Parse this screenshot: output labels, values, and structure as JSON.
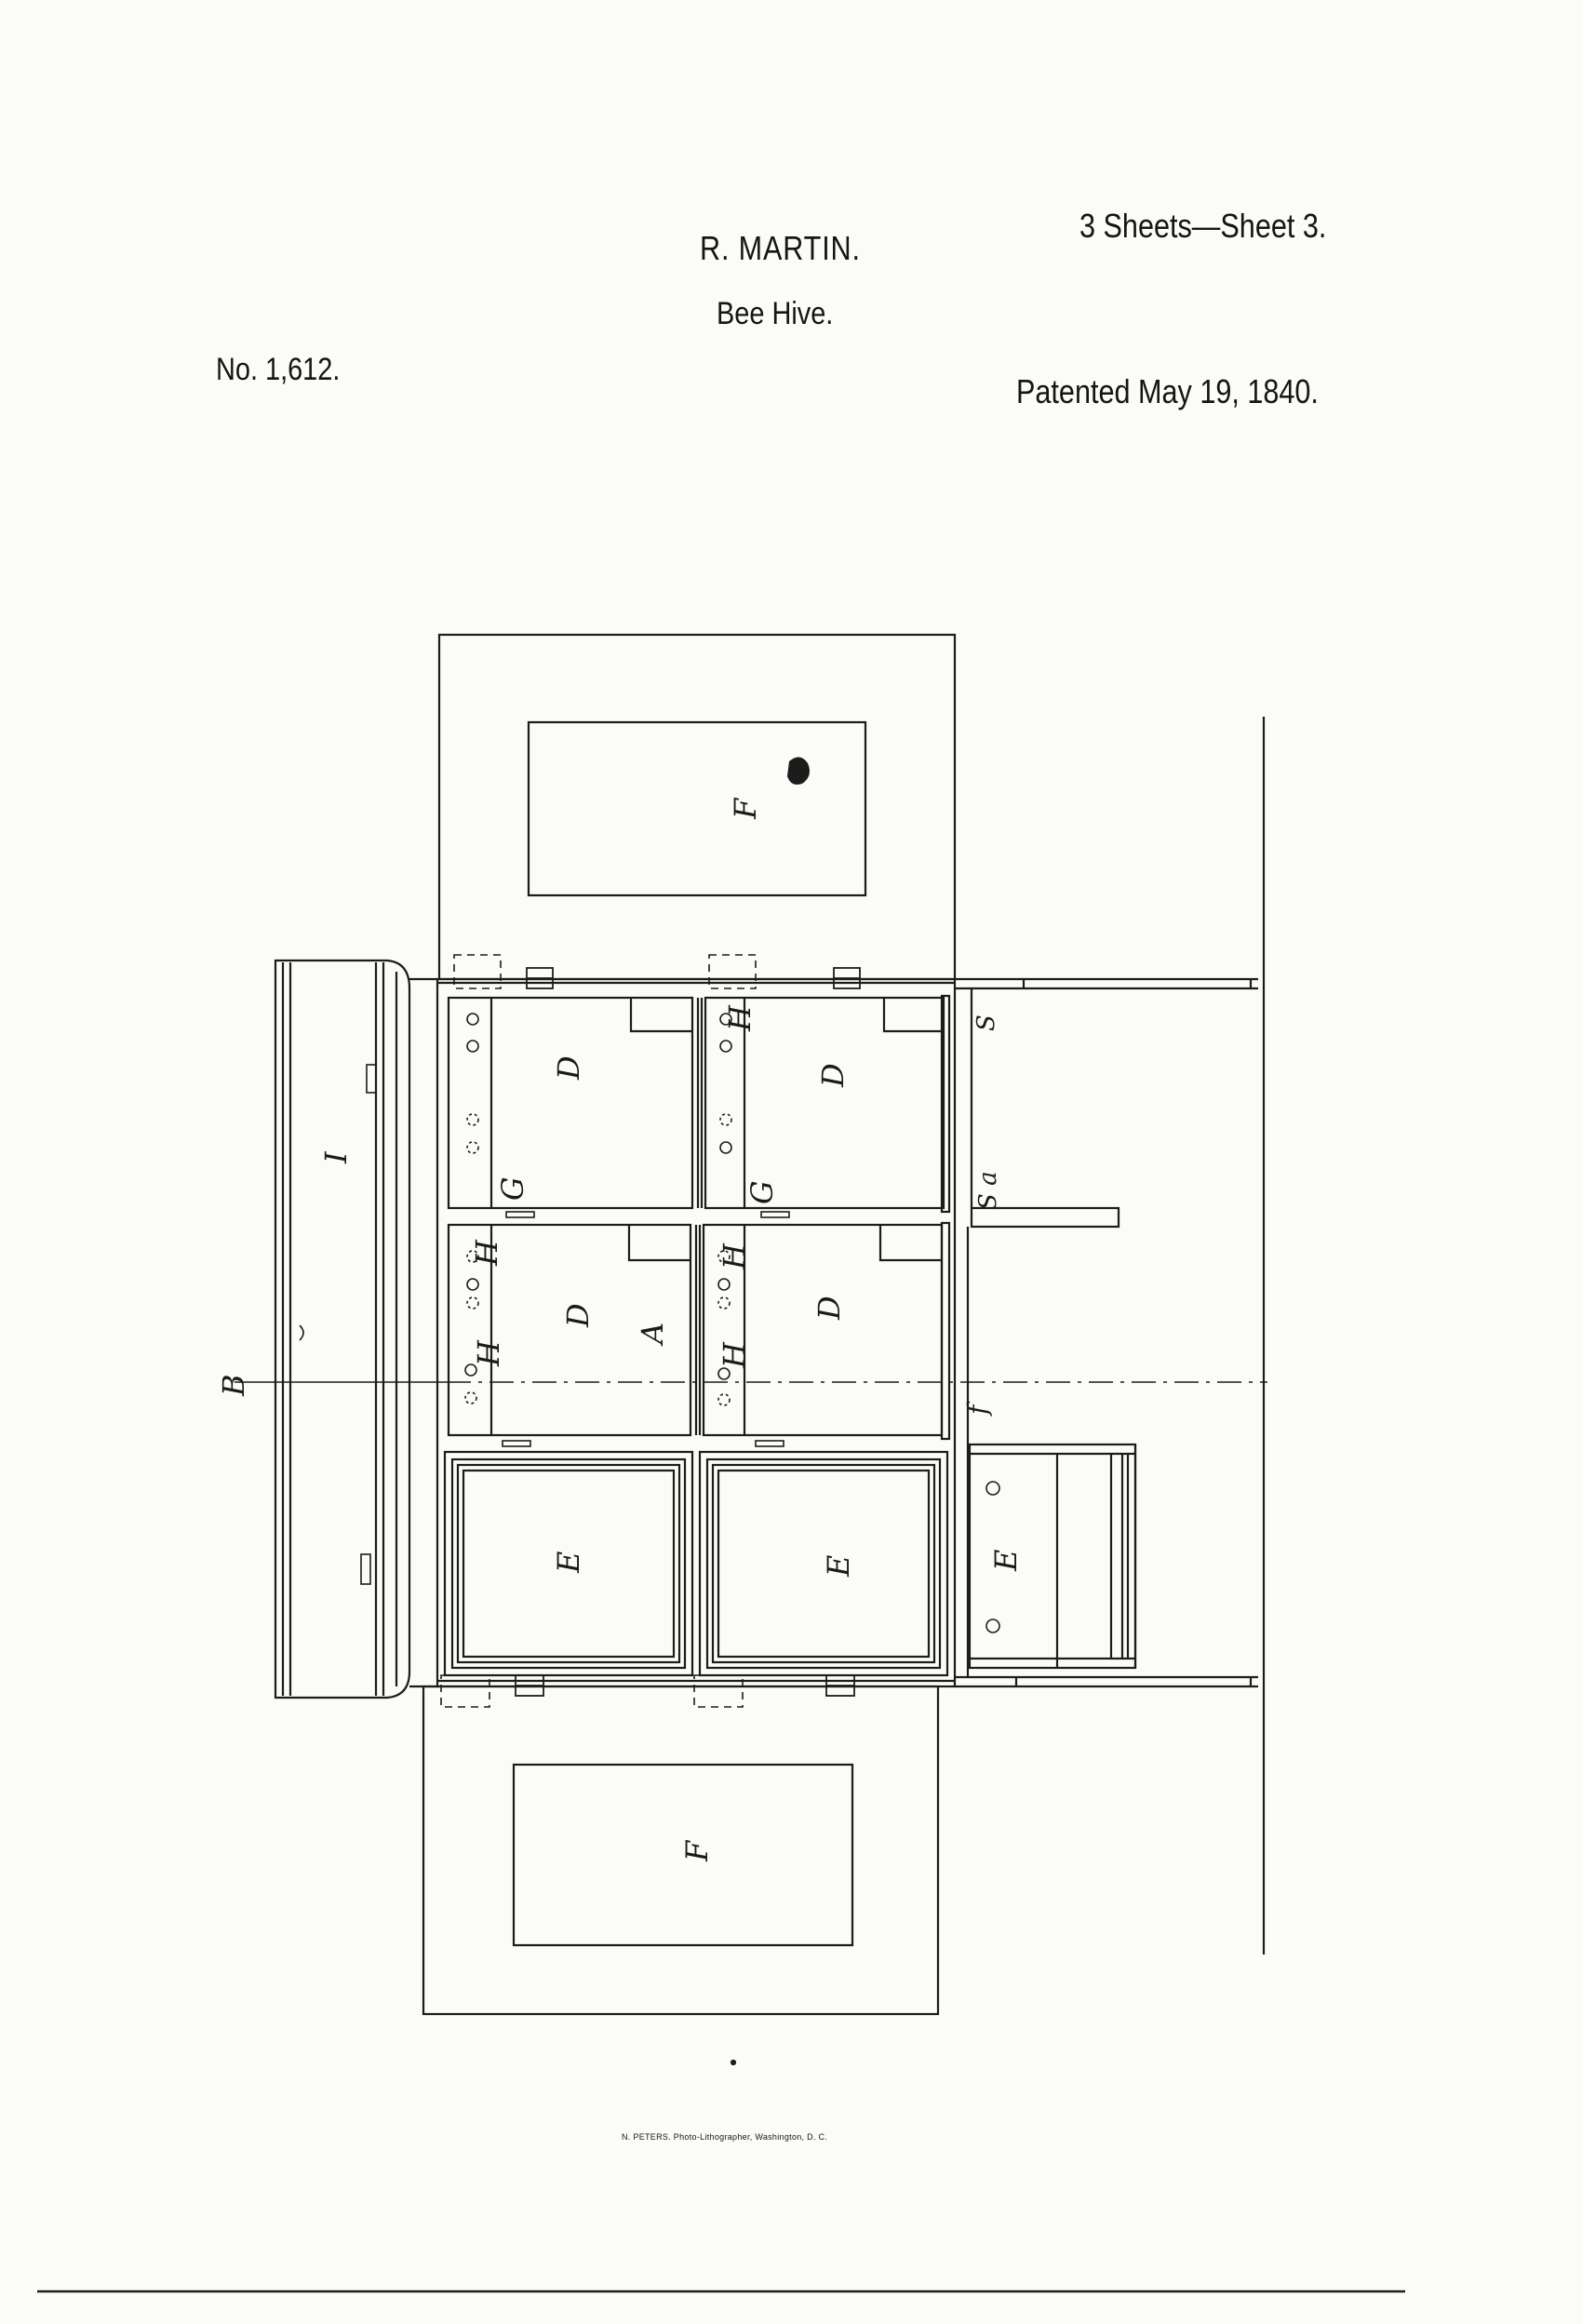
{
  "header": {
    "inventor": "R. MARTIN.",
    "invention": "Bee Hive.",
    "sheets": "3 Sheets—Sheet 3.",
    "patent_number": "No. 1,612.",
    "patent_date": "Patented May 19, 1840."
  },
  "footer": {
    "printer": "N. PETERS. Photo-Lithographer, Washington, D. C."
  },
  "drawing": {
    "reference_letters": {
      "lid": "F",
      "side_box": "I",
      "compartment_upper": "D",
      "compartment_lower": "D",
      "hive_body": "A",
      "bracket_g": "G",
      "bracket_h": "H",
      "glass_box": "E",
      "side_section": "B",
      "slide_s": "S",
      "slide_sa": "S a",
      "slide_f": "f",
      "side_drawer": "E"
    }
  }
}
